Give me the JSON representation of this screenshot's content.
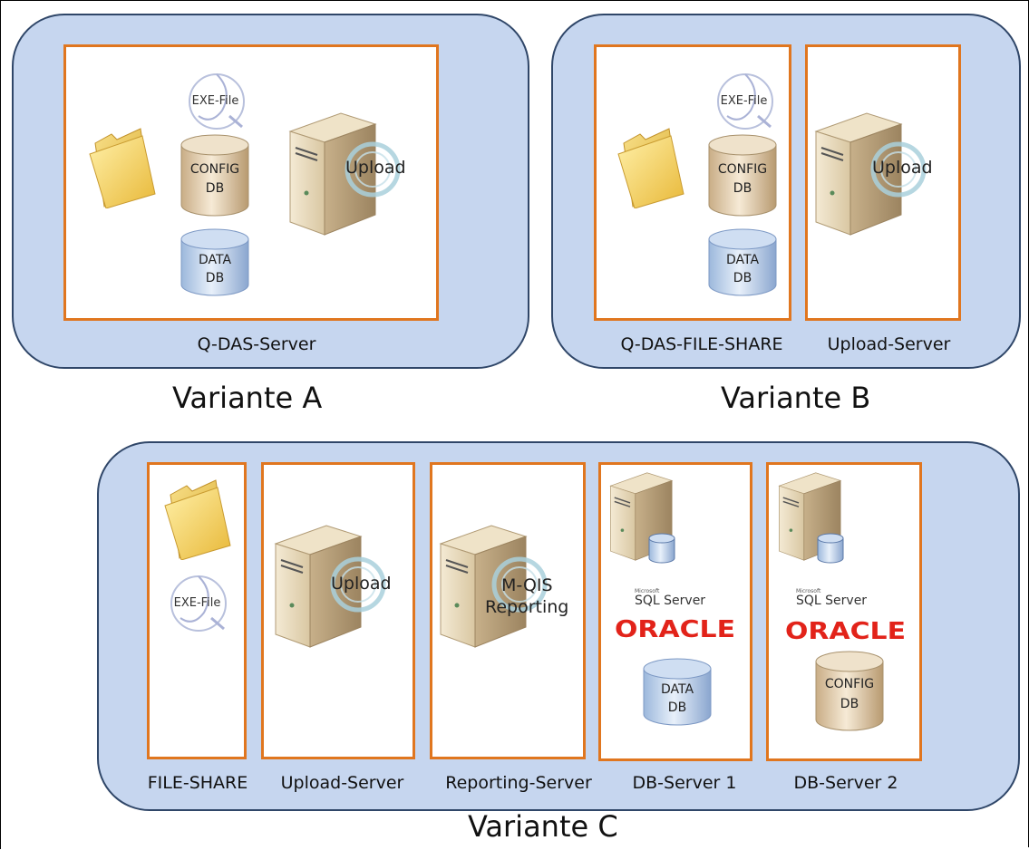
{
  "variant_a": {
    "title": "Variante A",
    "server_label": "Q-DAS-Server",
    "exe_label": "EXE-File",
    "config_db": [
      "CONFIG",
      "DB"
    ],
    "data_db": [
      "DATA",
      "DB"
    ],
    "upload_label": "Upload"
  },
  "variant_b": {
    "title": "Variante B",
    "file_share_label": "Q-DAS-FILE-SHARE",
    "upload_server_label": "Upload-Server",
    "exe_label": "EXE-File",
    "config_db": [
      "CONFIG",
      "DB"
    ],
    "data_db": [
      "DATA",
      "DB"
    ],
    "upload_label": "Upload"
  },
  "variant_c": {
    "title": "Variante C",
    "file_share_label": "FILE-SHARE",
    "upload_server_label": "Upload-Server",
    "reporting_server_label": "Reporting-Server",
    "db_server1_label": "DB-Server 1",
    "db_server2_label": "DB-Server 2",
    "exe_label": "EXE-File",
    "upload_label": "Upload",
    "reporting_text": [
      "M-QIS",
      "Reporting"
    ],
    "data_db": [
      "DATA",
      "DB"
    ],
    "config_db": [
      "CONFIG",
      "DB"
    ],
    "sql_brand_small": "Microsoft",
    "sql_brand": "SQL Server",
    "oracle_brand": "ORACLE"
  },
  "colors": {
    "variant_fill": "#c6d6ef",
    "variant_border": "#2f4668",
    "box_border": "#e0761f",
    "oracle_red": "#e2231a"
  },
  "icons": [
    "folder-icon",
    "qdas-exe-icon",
    "config-db-cylinder",
    "data-db-cylinder",
    "server-tower-icon",
    "upload-ring-icon",
    "database-icon",
    "sql-server-logo",
    "oracle-logo"
  ]
}
